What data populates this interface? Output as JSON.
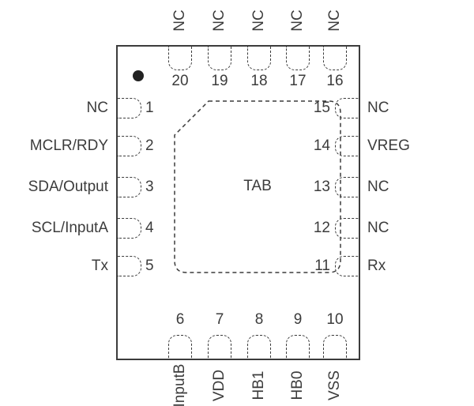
{
  "package": {
    "tab_label": "TAB",
    "pin1_marker": "filled-circle"
  },
  "pins": {
    "top": [
      {
        "number": "20",
        "label": "NC"
      },
      {
        "number": "19",
        "label": "NC"
      },
      {
        "number": "18",
        "label": "NC"
      },
      {
        "number": "17",
        "label": "NC"
      },
      {
        "number": "16",
        "label": "NC"
      }
    ],
    "left": [
      {
        "number": "1",
        "label": "NC"
      },
      {
        "number": "2",
        "label": "MCLR/RDY"
      },
      {
        "number": "3",
        "label": "SDA/Output"
      },
      {
        "number": "4",
        "label": "SCL/InputA"
      },
      {
        "number": "5",
        "label": "Tx"
      }
    ],
    "right": [
      {
        "number": "15",
        "label": "NC"
      },
      {
        "number": "14",
        "label": "VREG"
      },
      {
        "number": "13",
        "label": "NC"
      },
      {
        "number": "12",
        "label": "NC"
      },
      {
        "number": "11",
        "label": "Rx"
      }
    ],
    "bottom": [
      {
        "number": "6",
        "label": "InputB"
      },
      {
        "number": "7",
        "label": "VDD"
      },
      {
        "number": "8",
        "label": "HB1"
      },
      {
        "number": "9",
        "label": "HB0"
      },
      {
        "number": "10",
        "label": "VSS"
      }
    ]
  },
  "colors": {
    "line": "#3c3c3c",
    "text": "#3c3c3c",
    "background": "#ffffff"
  }
}
